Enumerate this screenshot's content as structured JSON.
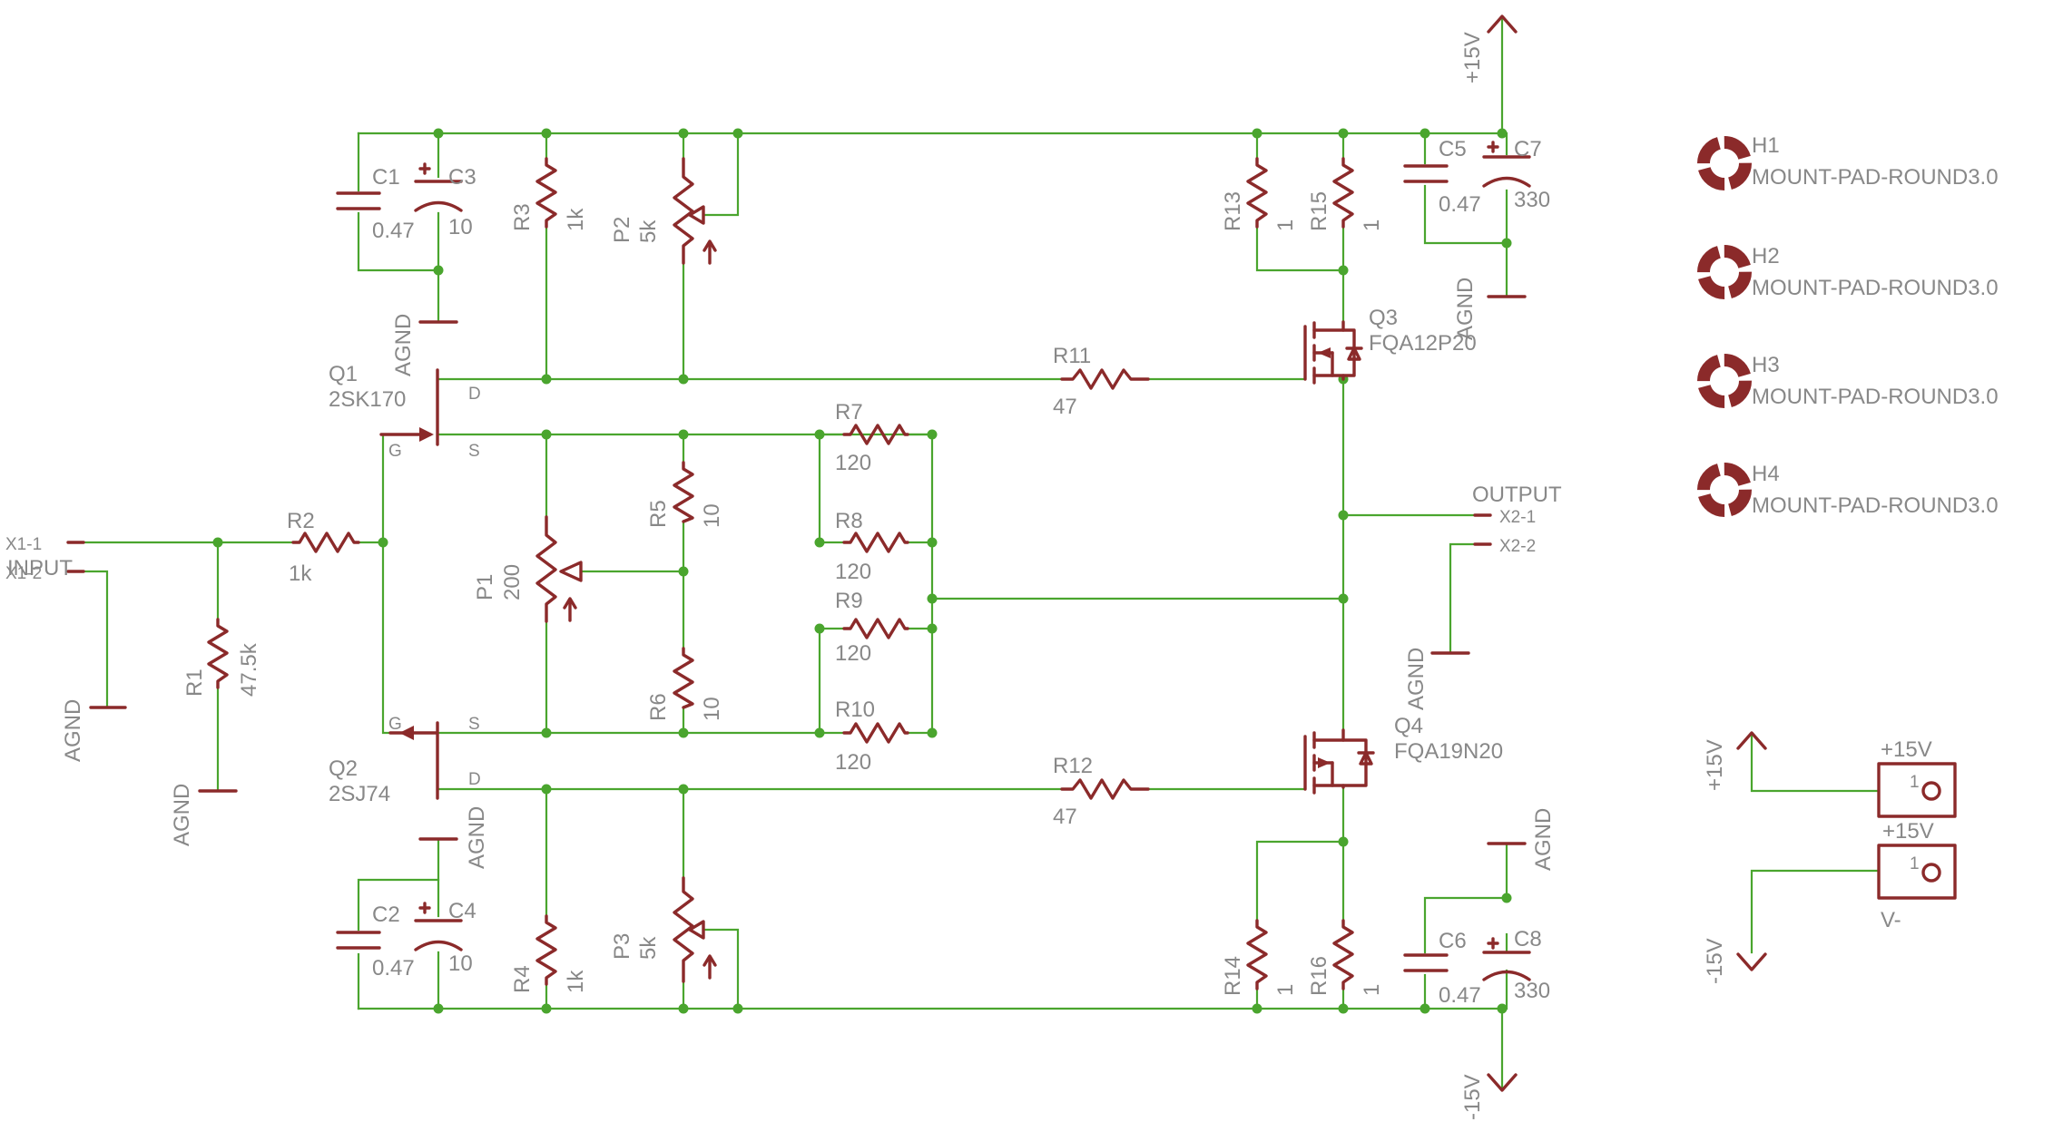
{
  "colors": {
    "wire": "#4aa52e",
    "part": "#8b2a2a",
    "text": "#888888",
    "background": "#ffffff"
  },
  "parts": {
    "Q1": {
      "name": "Q1",
      "value": "2SK170",
      "d": "D",
      "g": "G",
      "s": "S"
    },
    "Q2": {
      "name": "Q2",
      "value": "2SJ74",
      "d": "D",
      "g": "G",
      "s": "S"
    },
    "Q3": {
      "name": "Q3",
      "value": "FQA12P20"
    },
    "Q4": {
      "name": "Q4",
      "value": "FQA19N20"
    },
    "R1": {
      "name": "R1",
      "value": "47.5k"
    },
    "R2": {
      "name": "R2",
      "value": "1k"
    },
    "R3": {
      "name": "R3",
      "value": "1k"
    },
    "R4": {
      "name": "R4",
      "value": "1k"
    },
    "R5": {
      "name": "R5",
      "value": "10"
    },
    "R6": {
      "name": "R6",
      "value": "10"
    },
    "R7": {
      "name": "R7",
      "value": "120"
    },
    "R8": {
      "name": "R8",
      "value": "120"
    },
    "R9": {
      "name": "R9",
      "value": "120"
    },
    "R10": {
      "name": "R10",
      "value": "120"
    },
    "R11": {
      "name": "R11",
      "value": "47"
    },
    "R12": {
      "name": "R12",
      "value": "47"
    },
    "R13": {
      "name": "R13",
      "value": "1"
    },
    "R14": {
      "name": "R14",
      "value": "1"
    },
    "R15": {
      "name": "R15",
      "value": "1"
    },
    "R16": {
      "name": "R16",
      "value": "1"
    },
    "P1": {
      "name": "P1",
      "value": "200"
    },
    "P2": {
      "name": "P2",
      "value": "5k"
    },
    "P3": {
      "name": "P3",
      "value": "5k"
    },
    "C1": {
      "name": "C1",
      "value": "0.47"
    },
    "C2": {
      "name": "C2",
      "value": "0.47"
    },
    "C3": {
      "name": "C3",
      "value": "10"
    },
    "C4": {
      "name": "C4",
      "value": "10"
    },
    "C5": {
      "name": "C5",
      "value": "0.47"
    },
    "C6": {
      "name": "C6",
      "value": "0.47"
    },
    "C7": {
      "name": "C7",
      "value": "330"
    },
    "C8": {
      "name": "C8",
      "value": "330"
    },
    "X1": {
      "pin1": "X1-1",
      "pin2": "X1-2",
      "label": "INPUT"
    },
    "X2": {
      "pin1": "X2-1",
      "pin2": "X2-2",
      "label": "OUTPUT"
    },
    "H": [
      {
        "name": "H1",
        "value": "MOUNT-PAD-ROUND3.0"
      },
      {
        "name": "H2",
        "value": "MOUNT-PAD-ROUND3.0"
      },
      {
        "name": "H3",
        "value": "MOUNT-PAD-ROUND3.0"
      },
      {
        "name": "H4",
        "value": "MOUNT-PAD-ROUND3.0"
      }
    ],
    "PWR": {
      "plus": "+15V",
      "minus": "V-",
      "pin": "1"
    }
  },
  "nets": {
    "agnd": "AGND",
    "vplus": "+15V",
    "vminus": "-15V"
  }
}
